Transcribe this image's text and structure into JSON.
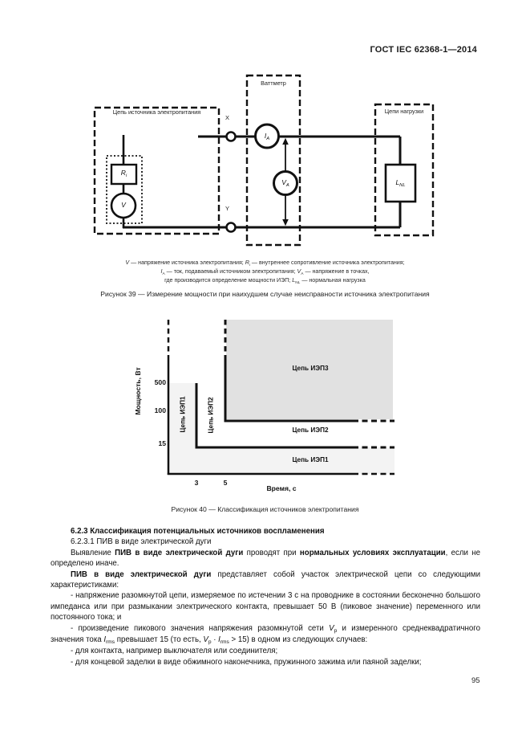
{
  "page": {
    "header": "ГОСТ IEC 62368-1—2014",
    "number": "95"
  },
  "fig39": {
    "source_label": "Цепь источника электропитания",
    "wattmeter_label": "Ваттметр",
    "load_label": "Цепи нагрузки",
    "x": "X",
    "y": "Y",
    "v": "V",
    "r": [
      {
        "t": "R",
        "s": "i"
      },
      {
        "t": "i",
        "s": "sub"
      }
    ],
    "ia": [
      {
        "t": "I",
        "s": "i"
      },
      {
        "t": "A",
        "s": "sub"
      }
    ],
    "va": [
      {
        "t": "V",
        "s": "i"
      },
      {
        "t": "A",
        "s": "sub"
      }
    ],
    "lnl": [
      {
        "t": "L",
        "s": "i"
      },
      {
        "t": "NL",
        "s": "sub"
      }
    ],
    "notes": [
      [
        {
          "t": "V",
          "s": "i"
        },
        {
          "t": " — напряжение источника электропитания; "
        },
        {
          "t": "R",
          "s": "i"
        },
        {
          "t": "i",
          "s": "sub"
        },
        {
          "t": " — внутреннее сопротивление источника электропитания;"
        }
      ],
      [
        {
          "t": "I",
          "s": "i"
        },
        {
          "t": "A",
          "s": "sub"
        },
        {
          "t": " — ток, подаваемый источником электропитания; "
        },
        {
          "t": "V",
          "s": "i"
        },
        {
          "t": "A",
          "s": "sub"
        },
        {
          "t": " — напряжение в точках,"
        }
      ],
      [
        {
          "t": "где производится определение мощности ИЭП; "
        },
        {
          "t": "L",
          "s": "i"
        },
        {
          "t": "NL",
          "s": "sub"
        },
        {
          "t": " — нормальная нагрузка"
        }
      ]
    ],
    "caption": "Рисунок 39 — Измерение мощности при наихудшем случае неисправности источника электропитания"
  },
  "chart_data": {
    "type": "area",
    "title": "Классификация источников электропитания",
    "xlabel": "Время, с",
    "ylabel": "Мощность, Вт",
    "x_ticks": [
      "3",
      "5"
    ],
    "y_ticks": [
      "15",
      "100",
      "500"
    ],
    "grid": false,
    "legend": false,
    "axes_dashed_continuation": "верх оси Y, правые концы линий (не в масштабе)",
    "regions": [
      {
        "label": "Цепь ИЭП1",
        "shading": "light-gray",
        "boundary": "ступень: вертикаль x=3 от y=500 до y=15, далее горизонталь y=15 вправо"
      },
      {
        "label": "Цепь ИЭП2",
        "shading": "white",
        "boundary": "ступень: вертикаль x=5 сверху до y=100, далее горизонталь y=100 вправо"
      },
      {
        "label": "Цепь ИЭП3",
        "shading": "gray",
        "boundary": "область выше y=100 и правее x=5"
      }
    ]
  },
  "fig40": {
    "caption": "Рисунок 40 — Классификация источников электропитания"
  },
  "body": {
    "paragraphs": [
      [
        {
          "t": "6.2.3 Классификация потенциальных источников воспламенения",
          "s": "b"
        }
      ],
      [
        {
          "t": "6.2.3.1 ПИВ в виде электрической дуги"
        }
      ],
      [
        {
          "t": "Выявление "
        },
        {
          "t": "ПИВ в виде электрической дуги",
          "s": "b"
        },
        {
          "t": " проводят при "
        },
        {
          "t": "нормальных условиях эксплуата­ции",
          "s": "b"
        },
        {
          "t": ", если не определено иначе."
        }
      ],
      [
        {
          "t": "ПИВ в виде электрической дуги",
          "s": "b"
        },
        {
          "t": " представляет собой участок электрической цепи со следующи­ми характеристиками:"
        }
      ],
      [
        {
          "t": "- напряжение разомкнутой цепи, измеряемое по истечении 3 с на проводнике в состоянии бес­конечно большого импеданса или при размыкании электрического контакта, превышает 50 В (пиковое значение) переменного или постоянного тока; и"
        }
      ],
      [
        {
          "t": "- произведение пикового значения напряжения разомкнутой сети "
        },
        {
          "t": "V",
          "s": "i"
        },
        {
          "t": "p",
          "s": "sub"
        },
        {
          "t": " и измеренного среднеквадра­тичного значения тока "
        },
        {
          "t": "I",
          "s": "i"
        },
        {
          "t": "rms",
          "s": "sub"
        },
        {
          "t": " превышает 15 (то есть, "
        },
        {
          "t": "V",
          "s": "i"
        },
        {
          "t": "p",
          "s": "sub"
        },
        {
          "t": " · "
        },
        {
          "t": "I",
          "s": "i"
        },
        {
          "t": "rms",
          "s": "sub"
        },
        {
          "t": " > 15) в одном из следующих случаев:"
        }
      ],
      [
        {
          "t": "- для контакта, например выключателя или соединителя;"
        }
      ],
      [
        {
          "t": "- для концевой заделки в виде обжимного наконечника, пружинного зажима или паяной заделки;"
        }
      ]
    ]
  }
}
